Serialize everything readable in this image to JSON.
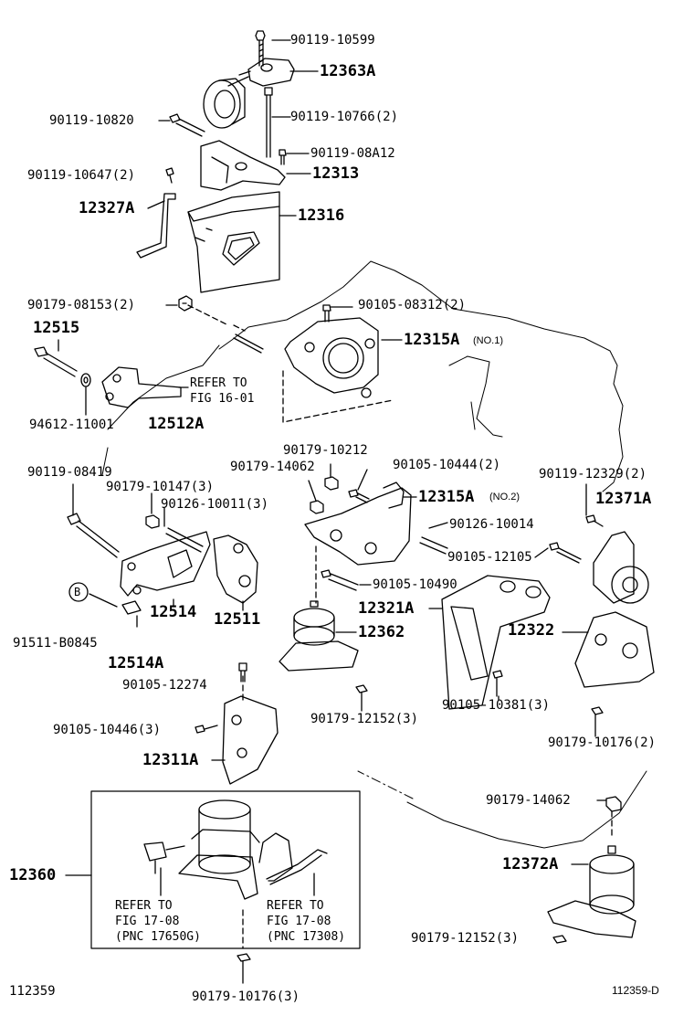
{
  "labels": {
    "p90119_10599": "90119-10599",
    "p12363A": "12363A",
    "p90119_10820": "90119-10820",
    "p90119_10766": "90119-10766(2)",
    "p90119_08A12": "90119-08A12",
    "p90119_10647": "90119-10647(2)",
    "p12313": "12313",
    "p12327A": "12327A",
    "p12316": "12316",
    "p90179_08153": "90179-08153(2)",
    "p90105_08312": "90105-08312(2)",
    "p12515": "12515",
    "p12315A_1": "12315A",
    "p12315A_1_note": "(NO.1)",
    "refer_16_01": "REFER TO\nFIG 16-01",
    "p94612_11001": "94612-11001",
    "p12512A": "12512A",
    "p90179_10212": "90179-10212",
    "p90119_08419": "90119-08419",
    "p90179_14062_a": "90179-14062",
    "p90105_10444": "90105-10444(2)",
    "p90119_12329": "90119-12329(2)",
    "p90179_10147": "90179-10147(3)",
    "p12315A_2": "12315A",
    "p12315A_2_note": "(NO.2)",
    "p12371A": "12371A",
    "p90126_10011": "90126-10011(3)",
    "p90126_10014": "90126-10014",
    "p90105_12105": "90105-12105",
    "p90105_10490": "90105-10490",
    "p12321A": "12321A",
    "p12514": "12514",
    "p12511": "12511",
    "p12362": "12362",
    "p12322": "12322",
    "circle_b": "B",
    "p91511_B0845": "91511-B0845",
    "p12514A": "12514A",
    "p90105_12274": "90105-12274",
    "p90179_12152_a": "90179-12152(3)",
    "p90105_10381": "90105-10381(3)",
    "p90105_10446": "90105-10446(3)",
    "p90179_10176_a": "90179-10176(2)",
    "p12311A": "12311A",
    "p90179_14062_b": "90179-14062",
    "p12360": "12360",
    "p12372A": "12372A",
    "refer_17_08_a": "REFER TO\nFIG 17-08\n(PNC 17650G)",
    "refer_17_08_b": "REFER TO\nFIG 17-08\n(PNC 17308)",
    "p90179_12152_b": "90179-12152(3)",
    "p90179_10176_b": "90179-10176(3)",
    "footer_left": "112359",
    "footer_right": "112359-D"
  }
}
